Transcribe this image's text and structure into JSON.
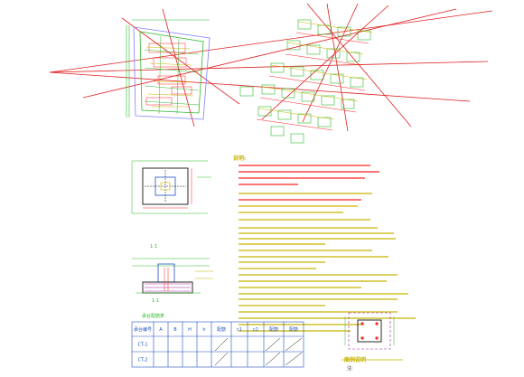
{
  "drawing": {
    "notes_title": "说明:",
    "section_a_label": "1-1",
    "section_b_label": "1-1",
    "schedule_title": "承台配筋表",
    "legend_title": "图例说明",
    "legend_note": "注:"
  },
  "schedule": {
    "headers": [
      "承台编号",
      "A",
      "B",
      "H",
      "h",
      "配筋",
      "c1",
      "c2",
      "配筋",
      "配筋"
    ],
    "rows": [
      [
        "CT-1",
        "",
        "",
        "",
        "",
        "",
        "",
        "",
        "",
        ""
      ],
      [
        "CT-2",
        "",
        "",
        "",
        "",
        "",
        "",
        "",
        "",
        ""
      ]
    ]
  },
  "colors": {
    "plan_lines": "#2db82d",
    "axis_lines": "#e02020",
    "text_red": "#ff2020",
    "text_yellow": "#c8b400",
    "detail_lines": "#2050c0",
    "hatch": "#a020a0"
  }
}
